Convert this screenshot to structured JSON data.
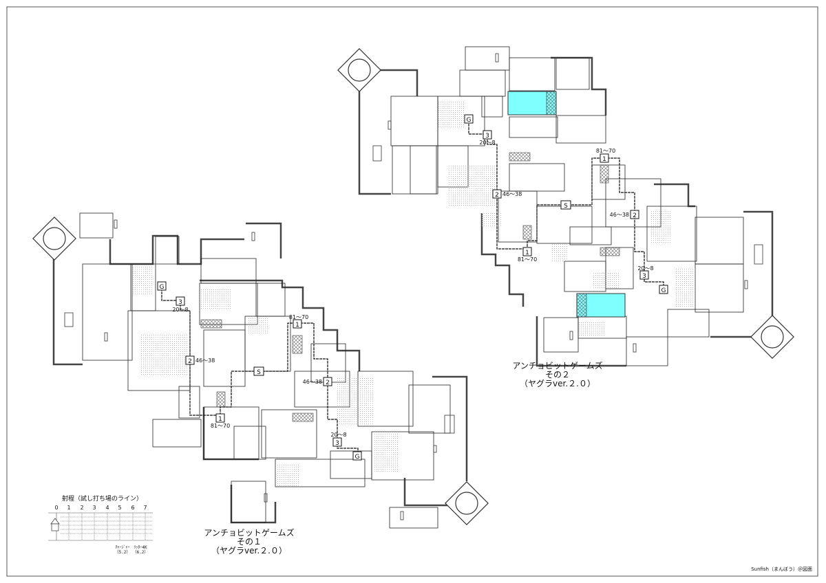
{
  "maps": [
    {
      "title_line1": "アンチョビットゲームズ",
      "title_line2": "その１",
      "title_line3": "（ヤグラver.２.０）",
      "checkpoints": [
        {
          "label": "G",
          "kind": "goal"
        },
        {
          "label": "3",
          "range": "20～8"
        },
        {
          "label": "2",
          "range": "46～38"
        },
        {
          "label": "S",
          "kind": "start"
        },
        {
          "label": "1",
          "range": "81～70"
        },
        {
          "label": "1",
          "range": "81～70"
        },
        {
          "label": "2",
          "range": "46～38"
        },
        {
          "label": "3",
          "range": "20～8"
        },
        {
          "label": "G",
          "kind": "goal"
        }
      ]
    },
    {
      "title_line1": "アンチョビットゲームズ",
      "title_line2": "その２",
      "title_line3": "（ヤグラver.２.０）",
      "checkpoints": [
        {
          "label": "G",
          "kind": "goal"
        },
        {
          "label": "3",
          "range": "20～8"
        },
        {
          "label": "1",
          "range": "81～70"
        },
        {
          "label": "2",
          "range": "46～38"
        },
        {
          "label": "S",
          "kind": "start"
        },
        {
          "label": "2",
          "range": "46～38"
        },
        {
          "label": "1",
          "range": "81～70"
        },
        {
          "label": "3",
          "range": "20～8"
        },
        {
          "label": "G",
          "kind": "goal"
        }
      ]
    }
  ],
  "legend": {
    "title": "射程（試し打ち場のライン）",
    "scale_ticks": [
      "0",
      "1",
      "2",
      "3",
      "4",
      "5",
      "6",
      "7"
    ],
    "weapons": [
      {
        "name": "ﾁｬｰｼﾞｬｰ",
        "range": "（5.2）"
      },
      {
        "name": "ﾘｯﾀｰ4K",
        "range": "（6.2）"
      }
    ]
  },
  "credit": "Sunfish（まんぼう）＠図面",
  "colors": {
    "water": "#80ffff",
    "wall": "#777777",
    "line": "#222222"
  }
}
